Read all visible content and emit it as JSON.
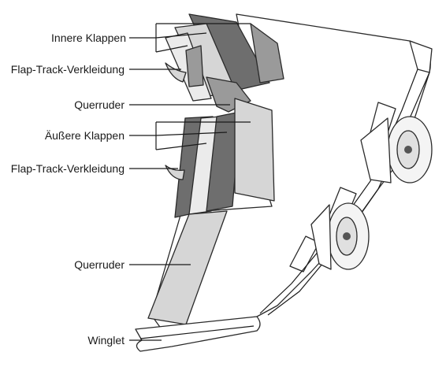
{
  "diagram": {
    "labels": {
      "innere_klappen": "Innere Klappen",
      "flap_track_1": "Flap-Track-Verkleidung",
      "querruder_1": "Querruder",
      "aeussere_klappen": "Äußere Klappen",
      "flap_track_2": "Flap-Track-Verkleidung",
      "querruder_2": "Querruder",
      "winglet": "Winglet"
    },
    "colors": {
      "wing": "#ffffff",
      "outline": "#2a2a2a",
      "dark_flap": "#6e6e6e",
      "mid_flap": "#9a9a9a",
      "light_flap": "#d6d6d6",
      "lightest_flap": "#ebebeb",
      "engine": "#f4f4f4"
    }
  }
}
